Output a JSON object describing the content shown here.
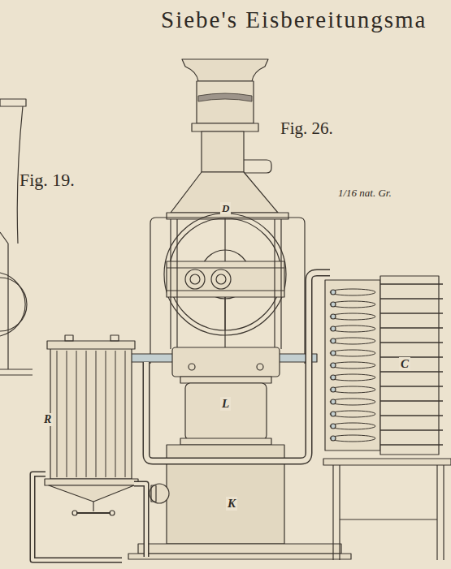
{
  "diagram": {
    "title": "Siebe's Eisbereitungsma",
    "labels": [
      "Fig. 19.",
      "Fig. 26.",
      "1/16 nat. Gr.",
      "D",
      "L",
      "R",
      "K",
      "C"
    ]
  }
}
